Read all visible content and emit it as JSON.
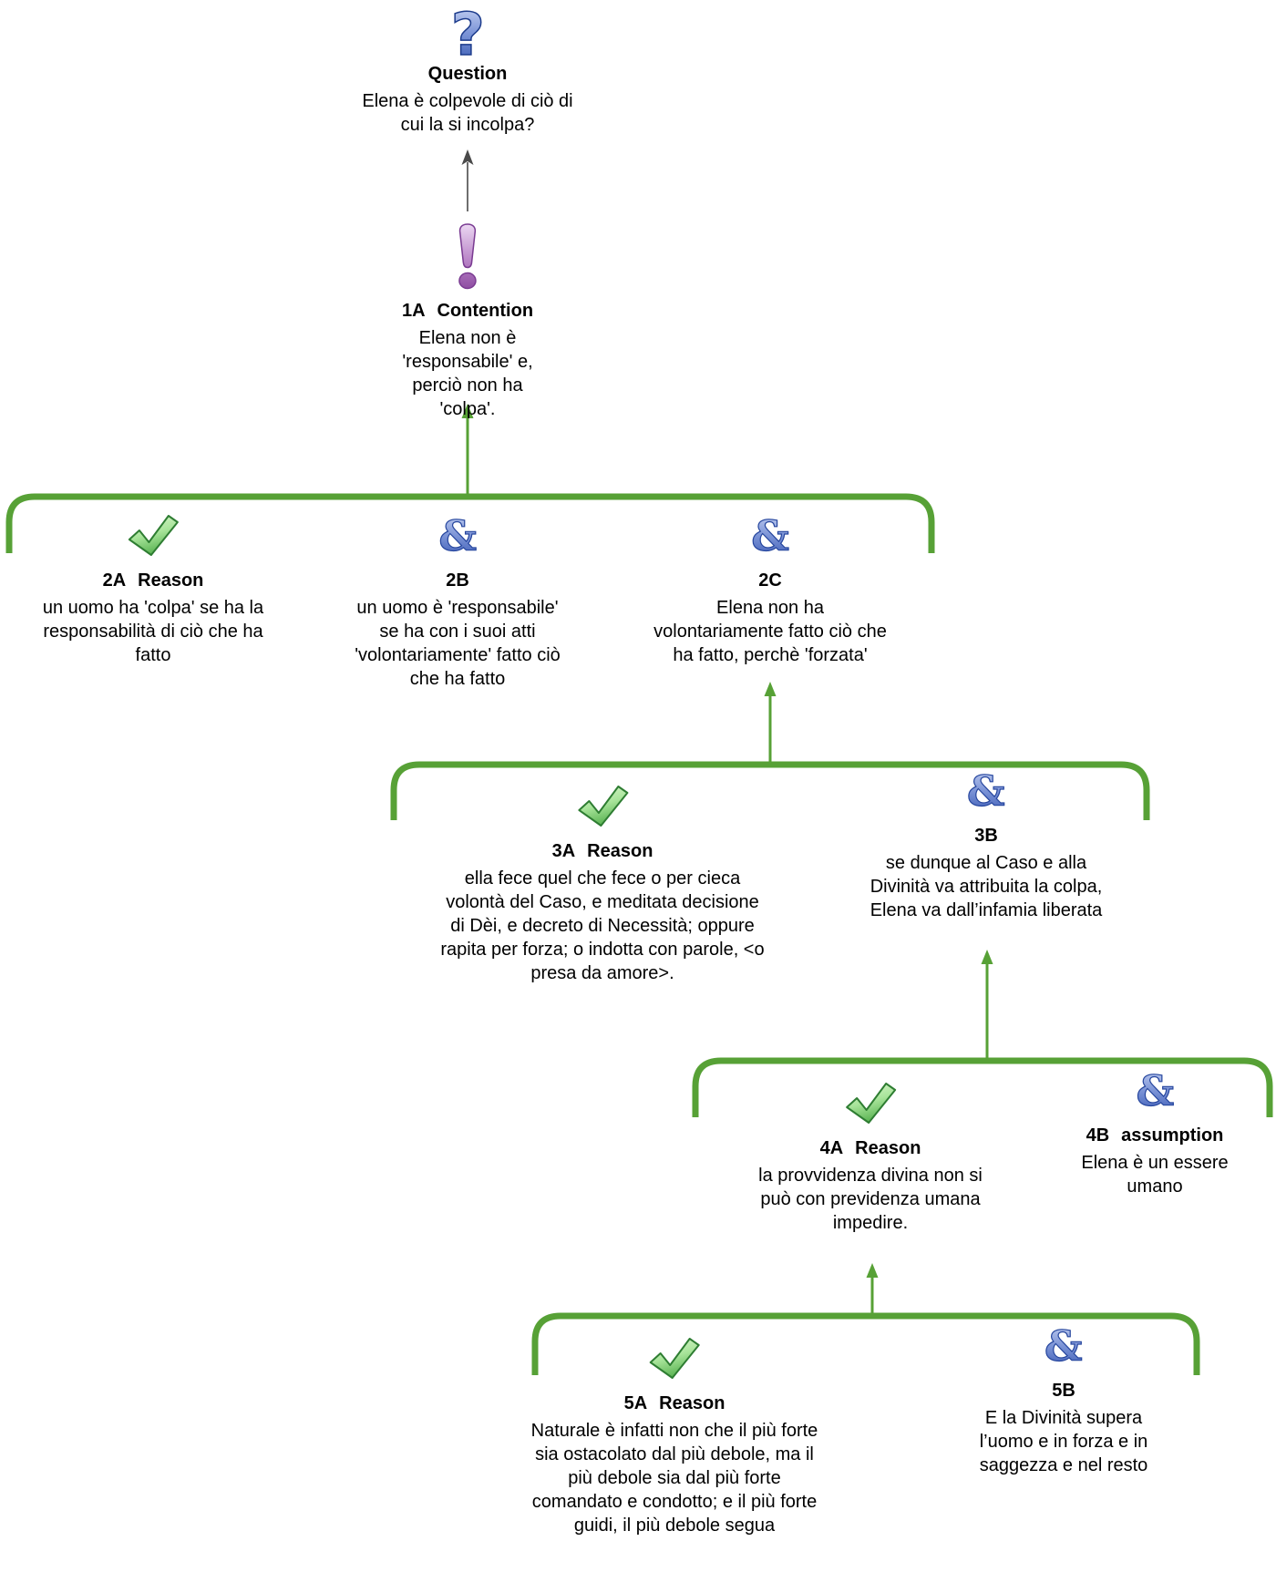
{
  "map_type": "argument-map",
  "colors": {
    "connector_green": "#57a136",
    "arrow_gray": "#4a4a4a",
    "and_blue": "#3a5ab5",
    "question_blue": "#2e52ae",
    "contention_purple": "#8d4ba1",
    "check_green": "#5cb454",
    "text": "#000000",
    "background": "#ffffff"
  },
  "icons": {
    "question": "question-mark-icon",
    "contention": "exclamation-icon",
    "reason": "check-icon",
    "and": "ampersand-icon"
  },
  "nodes": {
    "question": {
      "label": "Question",
      "text": "Elena è colpevole di ciò di\ncui la si incolpa?"
    },
    "contention": {
      "id": "1A",
      "label": "Contention",
      "text": "Elena non è\n'responsabile' e,\nperciò non ha\n'colpa'."
    },
    "r2a": {
      "id": "2A",
      "label": "Reason",
      "text": "un uomo ha 'colpa' se ha la\nresponsabilità di ciò che ha\nfatto"
    },
    "r2b": {
      "id": "2B",
      "label": "",
      "text": "un uomo è 'responsabile'\nse ha con i suoi atti\n'volontariamente' fatto ciò\nche ha fatto"
    },
    "r2c": {
      "id": "2C",
      "label": "",
      "text": "Elena non ha\nvolontariamente fatto ciò che\nha fatto, perchè 'forzata'"
    },
    "r3a": {
      "id": "3A",
      "label": "Reason",
      "text": "ella fece quel che fece o per cieca\nvolontà del Caso, e meditata decisione\ndi Dèi, e decreto di Necessità; oppure\nrapita per forza; o indotta con parole, <o\npresa da amore>."
    },
    "r3b": {
      "id": "3B",
      "label": "",
      "text": "se dunque al Caso e alla\nDivinità va attribuita la colpa,\nElena va dall’infamia liberata"
    },
    "r4a": {
      "id": "4A",
      "label": "Reason",
      "text": "la provvidenza divina non si\npuò con previdenza umana\nimpedire."
    },
    "r4b": {
      "id": "4B",
      "label": "assumption",
      "text": "Elena è un essere\numano"
    },
    "r5a": {
      "id": "5A",
      "label": "Reason",
      "text": "Naturale è infatti non che il più forte\nsia ostacolato dal più debole, ma il\npiù debole sia dal più forte\ncomandato e condotto; e il più forte\nguidi, il più debole segua"
    },
    "r5b": {
      "id": "5B",
      "label": "",
      "text": "E la Divinità supera\nl’uomo e in forza e in\nsaggezza e nel resto"
    }
  }
}
